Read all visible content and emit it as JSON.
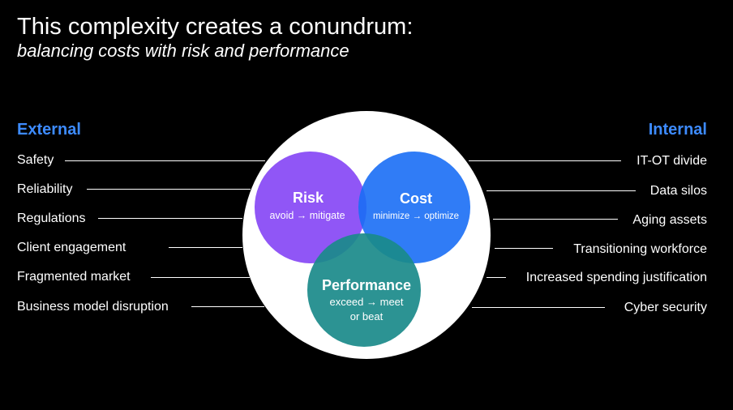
{
  "header": {
    "title": "This complexity creates a conundrum:",
    "subtitle": "balancing costs with risk and performance"
  },
  "external": {
    "heading": "External",
    "items": [
      "Safety",
      "Reliability",
      "Regulations",
      "Client engagement",
      "Fragmented market",
      "Business model disruption"
    ]
  },
  "internal": {
    "heading": "Internal",
    "items": [
      "IT-OT divide",
      "Data silos",
      "Aging assets",
      "Transitioning workforce",
      "Increased spending justification",
      "Cyber security"
    ]
  },
  "venn": {
    "risk": {
      "title": "Risk",
      "subtitle": "avoid → mitigate",
      "color": "#8a4df5"
    },
    "cost": {
      "title": "Cost",
      "subtitle": "minimize → optimize",
      "color": "#1a6ef5"
    },
    "performance": {
      "title": "Performance",
      "subtitle_line1": "exceed → meet",
      "subtitle_line2": "or beat",
      "color": "#1a8a8a"
    }
  },
  "colors": {
    "background": "#000000",
    "heading_accent": "#3d8bff",
    "text": "#ffffff"
  }
}
